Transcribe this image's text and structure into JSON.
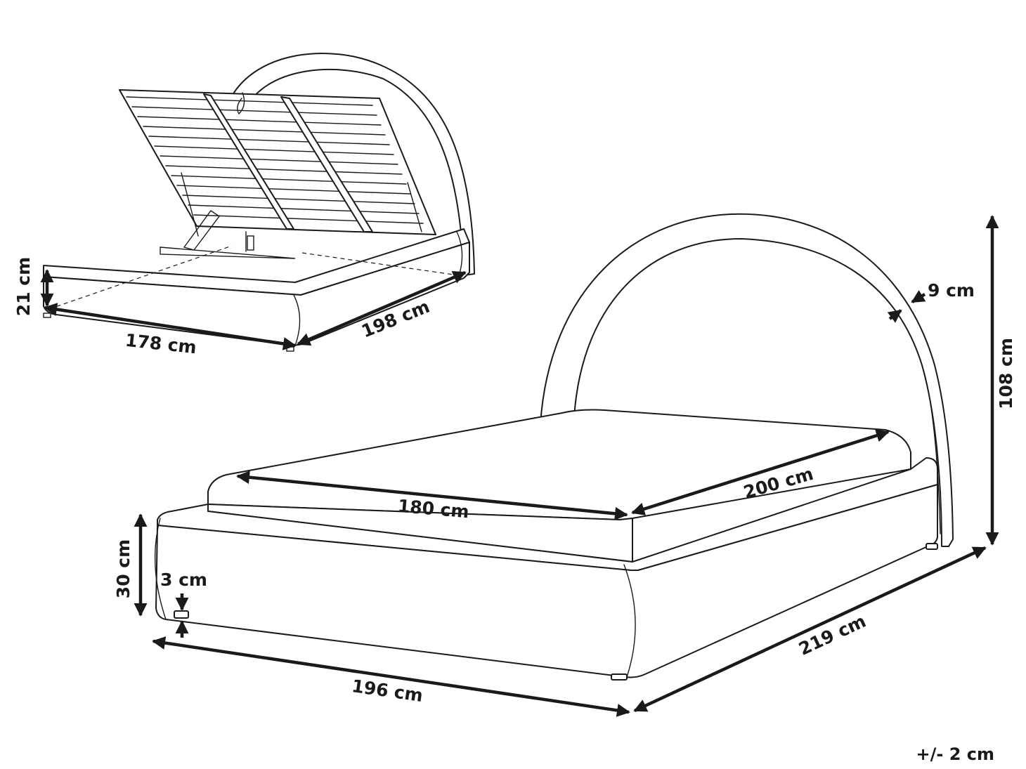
{
  "drawing": {
    "tolerance": "+/- 2 cm",
    "top_view": {
      "storage_height": "21 cm",
      "frame_width": "178 cm",
      "frame_length": "198 cm"
    },
    "main_view": {
      "mattress_width": "180 cm",
      "mattress_length": "200 cm",
      "headboard_thickness": "9 cm",
      "total_height": "108 cm",
      "frame_height": "30 cm",
      "leg_height": "3 cm",
      "total_width": "196 cm",
      "total_length": "219 cm"
    },
    "colors": {
      "ink": "#1a1a1a",
      "paper": "#ffffff"
    }
  }
}
